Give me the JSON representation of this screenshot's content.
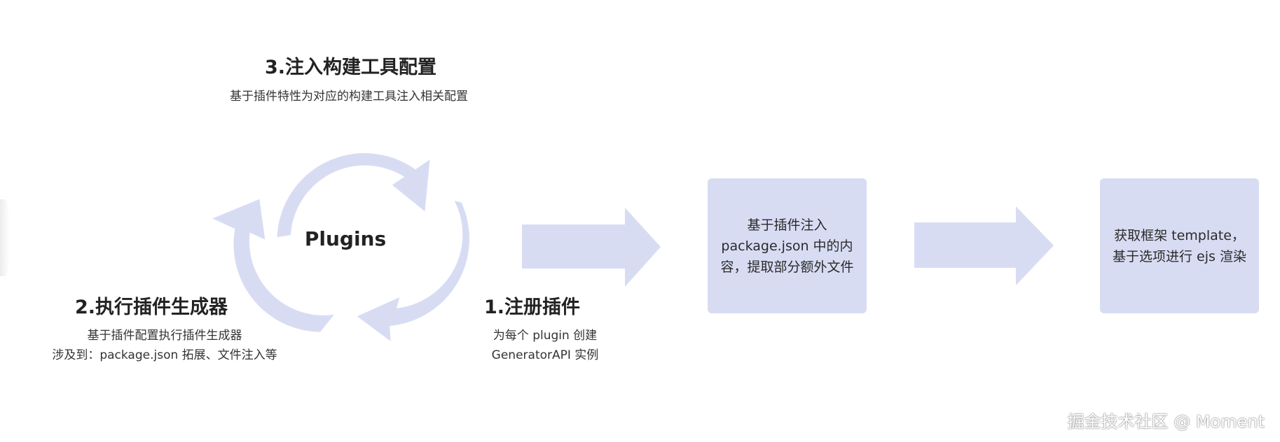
{
  "cycle": {
    "center_label": "Plugins",
    "color": "#d8dcf3"
  },
  "steps": [
    {
      "title": "1.注册插件",
      "desc_lines": [
        "为每个 plugin 创建",
        "GeneratorAPI 实例"
      ]
    },
    {
      "title": "2.执行插件生成器",
      "desc_lines": [
        "基于插件配置执行插件生成器",
        "涉及到：package.json 拓展、文件注入等"
      ]
    },
    {
      "title": "3.注入构建工具配置",
      "desc_lines": [
        "基于插件特性为对应的构建工具注入相关配置"
      ]
    }
  ],
  "boxes": [
    {
      "lines": [
        "基于插件注入",
        "package.json 中的内",
        "容，提取部分额外文件"
      ]
    },
    {
      "lines": [
        "获取框架 template，",
        "基于选项进行 ejs 渲染"
      ]
    }
  ],
  "watermark": "掘金技术社区 @ Moment"
}
